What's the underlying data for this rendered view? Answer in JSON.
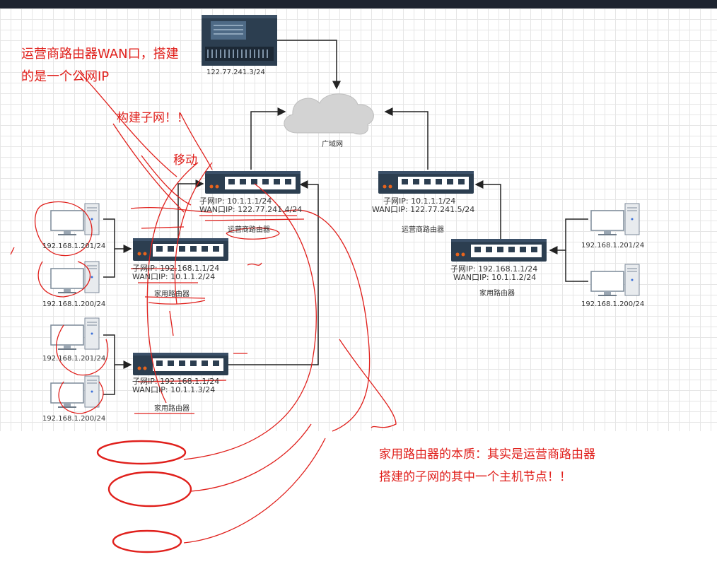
{
  "server": {
    "ip": "122.77.241.3/24"
  },
  "cloud": {
    "label": "广域网"
  },
  "left": {
    "isp_router": {
      "subnet": "子网IP:  10.1.1.1/24",
      "wan": "WAN口IP:  122.77.241.4/24",
      "name": "运营商路由器"
    },
    "home_router_1": {
      "subnet": "子网IP:  192.168.1.1/24",
      "wan": "WAN口IP:  10.1.1.2/24",
      "name": "家用路由器"
    },
    "home_router_2": {
      "subnet": "子网IP:  192.168.1.1/24",
      "wan": "WAN口IP:  10.1.1.3/24",
      "name": "家用路由器"
    },
    "pcs": [
      "192.168.1.201/24",
      "192.168.1.200/24",
      "192.168.1.201/24",
      "192.168.1.200/24"
    ]
  },
  "right": {
    "isp_router": {
      "subnet": "子网IP:  10.1.1.1/24",
      "wan": "WAN口IP:  122.77.241.5/24",
      "name": "运营商路由器"
    },
    "home_router": {
      "subnet": "子网IP:  192.168.1.1/24",
      "wan": "WAN口IP:  10.1.1.2/24",
      "name": "家用路由器"
    },
    "pcs": [
      "192.168.1.201/24",
      "192.168.1.200/24"
    ]
  },
  "annotations": {
    "wan_note_line1": "运营商路由器WAN口，搭建",
    "wan_note_line2": "的是一个公网IP",
    "subnet_note": "构建子网！！",
    "mobile_note": "移动",
    "essence_line1": "家用路由器的本质：其实是运营商路由器",
    "essence_line2": "搭建的子网的其中一个主机节点！！"
  },
  "colors": {
    "annotation": "#e0201c",
    "router": "#2c3e50",
    "port": "#ffffff",
    "led": "#e8641c"
  }
}
